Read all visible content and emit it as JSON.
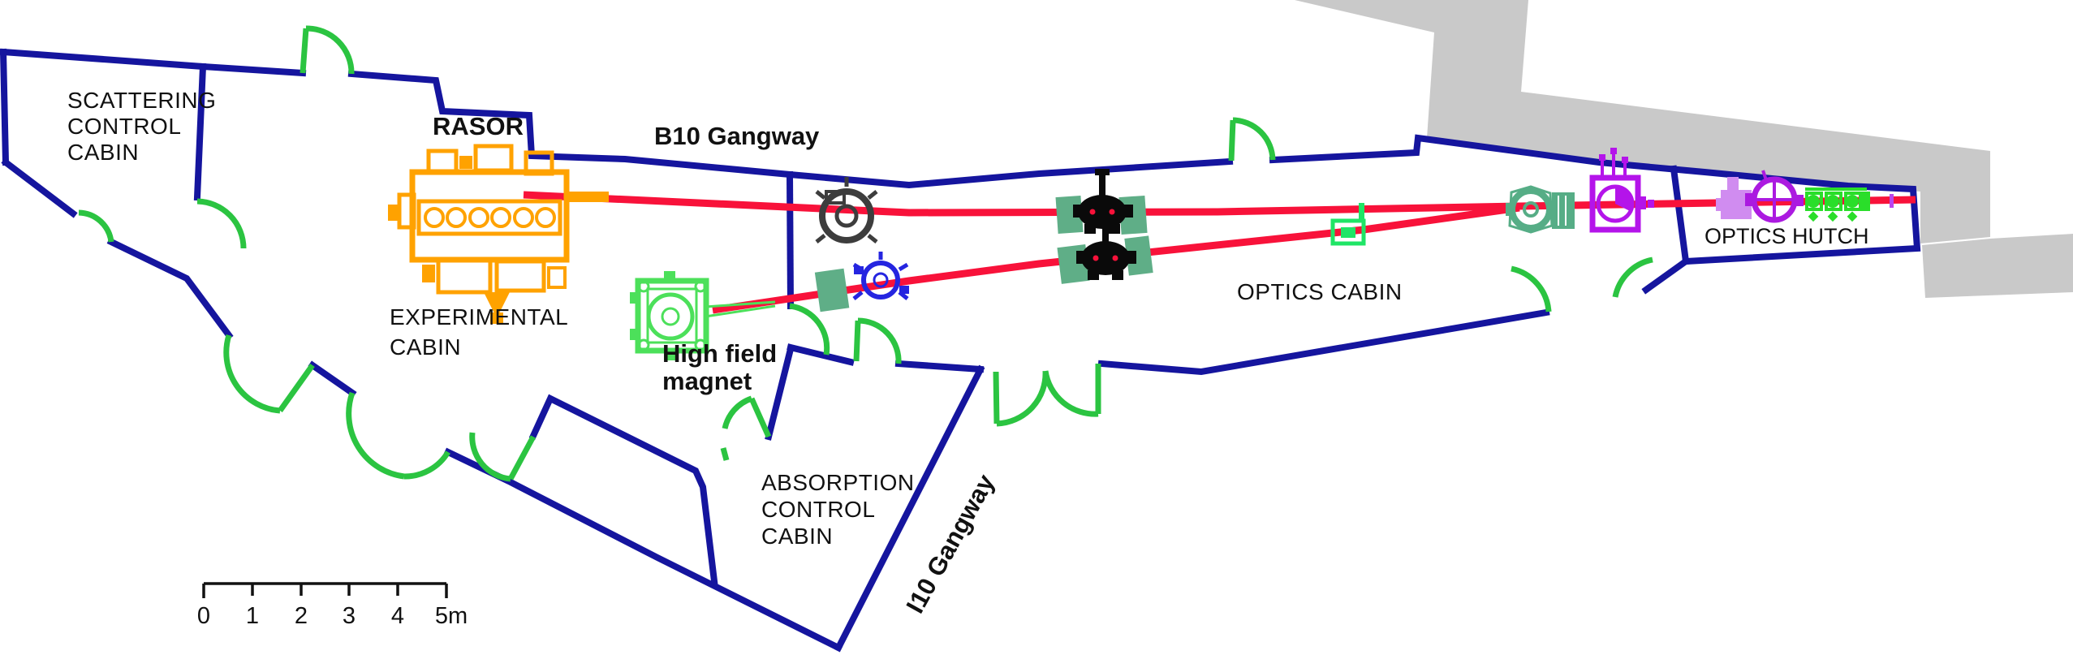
{
  "figure": {
    "type": "beamline-floor-plan"
  },
  "rooms": [
    {
      "id": "scattering-control-cabin",
      "lines": [
        "SCATTERING",
        "CONTROL",
        "CABIN"
      ],
      "bold": false
    },
    {
      "id": "experimental-cabin",
      "lines": [
        "EXPERIMENTAL",
        "CABIN"
      ],
      "bold": false
    },
    {
      "id": "absorption-control-cabin",
      "lines": [
        "ABSORPTION",
        "CONTROL",
        "CABIN"
      ],
      "bold": false
    },
    {
      "id": "optics-cabin",
      "lines": [
        "OPTICS CABIN"
      ],
      "bold": false
    },
    {
      "id": "optics-hutch",
      "lines": [
        "OPTICS HUTCH"
      ],
      "bold": false
    }
  ],
  "annotations": [
    {
      "id": "rasor",
      "text": "RASOR",
      "bold": true
    },
    {
      "id": "b10-gangway",
      "text": "B10 Gangway",
      "bold": true
    },
    {
      "id": "high-field-magnet",
      "lines": [
        "High field",
        "magnet"
      ],
      "bold": true
    },
    {
      "id": "i10-gangway",
      "text": "I10 Gangway",
      "bold": true,
      "rotation_deg": -61
    }
  ],
  "scale_bar": {
    "tick_labels": [
      "0",
      "1",
      "2",
      "3",
      "4",
      "5m"
    ],
    "unit": "m"
  },
  "colors": {
    "wall": "#15159e",
    "door": "#2bc441",
    "beam": "#f8123a",
    "shield_wall": "#c9c9c9",
    "text": "#111111"
  },
  "beams": [
    {
      "id": "b10-beam",
      "color": "#f8123a"
    },
    {
      "id": "i10-beam",
      "color": "#f8123a"
    }
  ],
  "equipment": [
    {
      "id": "rasor-diffractometer",
      "color": "#ffa200"
    },
    {
      "id": "grey-scattering-chamber",
      "color": "#3d3d3d"
    },
    {
      "id": "high-field-magnet-instrument",
      "color": "#4ce05a"
    },
    {
      "id": "shielding-blocks",
      "color": "#5fae87",
      "count": 5
    },
    {
      "id": "blue-chamber",
      "color": "#2525e0"
    },
    {
      "id": "monochromator-upper",
      "color": "#0a0a0a"
    },
    {
      "id": "monochromator-lower",
      "color": "#0a0a0a"
    },
    {
      "id": "i10-valve",
      "color": "#1fe566"
    },
    {
      "id": "b10-valve",
      "color": "#1fe566"
    },
    {
      "id": "frontend-assembly",
      "color": "#56ad86"
    },
    {
      "id": "magenta-chamber",
      "color": "#b414ea"
    },
    {
      "id": "lilac-instrument",
      "color": "#d08cf0"
    },
    {
      "id": "round-chamber",
      "color": "#ab1ae0"
    },
    {
      "id": "beamline-train",
      "color": "#2ade2a"
    },
    {
      "id": "beam-marker",
      "color": "#bb44ee"
    }
  ]
}
